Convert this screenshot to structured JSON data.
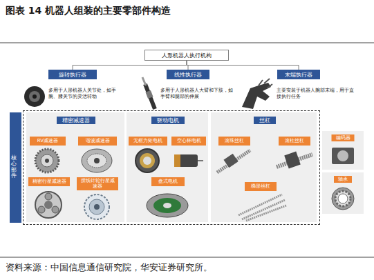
{
  "diagram": {
    "title": "图表 14 机器人组装的主要零部件构造",
    "caption": "资料来源：中国信息通信研究院，华安证券研究所。",
    "nodes": [
      {
        "text": [
          "人形机器人执行机构"
        ]
      },
      {
        "text": [
          "旋转执行器"
        ]
      },
      {
        "text": [
          "线性执行器"
        ]
      },
      {
        "text": [
          "末端执行器"
        ]
      },
      {
        "text": [
          "核心部件"
        ]
      },
      {
        "text": [
          "精密减速器"
        ],
        "in": 4
      },
      {
        "text": [
          "RV减速器"
        ],
        "in": 5
      },
      {
        "text": [
          "谐波减速器"
        ],
        "in": 5
      },
      {
        "text": [
          "精密行星减速器"
        ],
        "in": 5
      },
      {
        "text": [
          "摆线针轮行星减速器"
        ],
        "in": 5
      },
      {
        "text": [
          "驱动电机"
        ],
        "in": 4
      },
      {
        "text": [
          "无框力矩电机"
        ],
        "in": 10
      },
      {
        "text": [
          "空心杯电机"
        ],
        "in": 10
      },
      {
        "text": [
          "盘式电机"
        ],
        "in": 10
      },
      {
        "text": [
          "丝杠"
        ],
        "in": 4
      },
      {
        "text": [
          "滚珠丝杠"
        ],
        "in": 14
      },
      {
        "text": [
          "滚柱丝杠"
        ],
        "in": 14
      },
      {
        "text": [
          "梯形丝杠"
        ],
        "in": 14
      },
      {
        "text": [
          "编码器"
        ]
      },
      {
        "text": [
          "轴承"
        ]
      }
    ],
    "edges": [
      {
        "from": 0,
        "to": 1,
        "arrow": "none"
      },
      {
        "from": 0,
        "to": 2,
        "arrow": "none"
      },
      {
        "from": 0,
        "to": 3,
        "arrow": "none"
      }
    ],
    "labels": [
      "多用于人形机器人关节处，如手腕、膝关节的灵活转动",
      "多用于人形机器人大臂和下肢，如手臂和腿部的伸展",
      "主要安装于机器人腕部末端，用于直接执行任务"
    ]
  }
}
